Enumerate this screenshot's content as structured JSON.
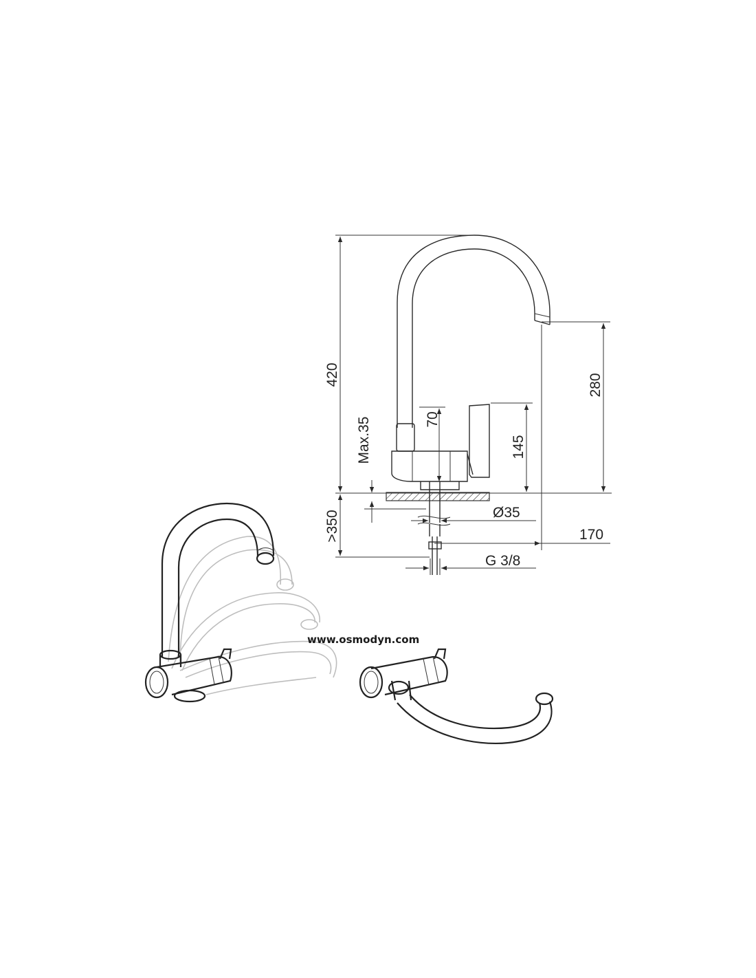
{
  "dimensions": {
    "height_total": "420",
    "height_outlet": "280",
    "lever_height": "70",
    "body_height": "145",
    "max_deck": "Max.35",
    "under_deck": ">350",
    "hole_diameter": "Ø35",
    "reach": "170",
    "thread": "G 3/8"
  },
  "website": "www.osmodyn.com",
  "colors": {
    "line": "#2a2a2a",
    "ghost": "#bdbdbd"
  }
}
